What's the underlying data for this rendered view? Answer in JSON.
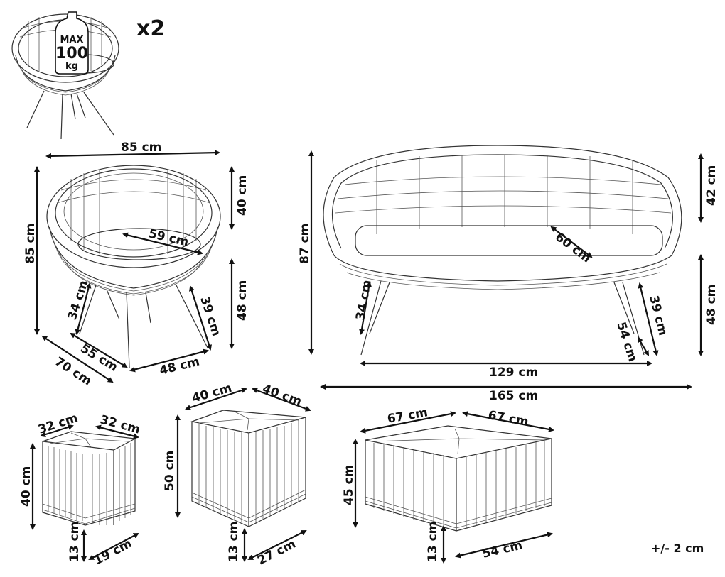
{
  "header": {
    "quantity": "x2",
    "weight_badge": {
      "line1": "MAX",
      "line2": "100",
      "line3": "kg"
    }
  },
  "chair": {
    "width": "85 cm",
    "height": "85 cm",
    "back_height": "40 cm",
    "seat_height": "48 cm",
    "seat_depth": "59 cm",
    "leg_front": "34 cm",
    "leg_back": "39 cm",
    "base_depth": "70 cm",
    "base_front": "55 cm",
    "base_side": "48 cm"
  },
  "sofa": {
    "height": "87 cm",
    "back_height": "42 cm",
    "seat_height": "48 cm",
    "seat_depth": "60 cm",
    "leg_left": "34 cm",
    "leg_right": "39 cm",
    "leg_depth": "54 cm",
    "base_width": "129 cm",
    "width": "165 cm"
  },
  "stool_small": {
    "width": "32 cm",
    "depth": "32 cm",
    "height": "40 cm",
    "leg": "13 cm",
    "base": "19 cm"
  },
  "stool_large": {
    "width": "40 cm",
    "depth": "40 cm",
    "height": "50 cm",
    "leg": "13 cm",
    "base": "27 cm"
  },
  "table": {
    "width": "67 cm",
    "depth": "67 cm",
    "height": "45 cm",
    "leg": "13 cm",
    "base": "54 cm"
  },
  "tolerance": "+/- 2 cm"
}
